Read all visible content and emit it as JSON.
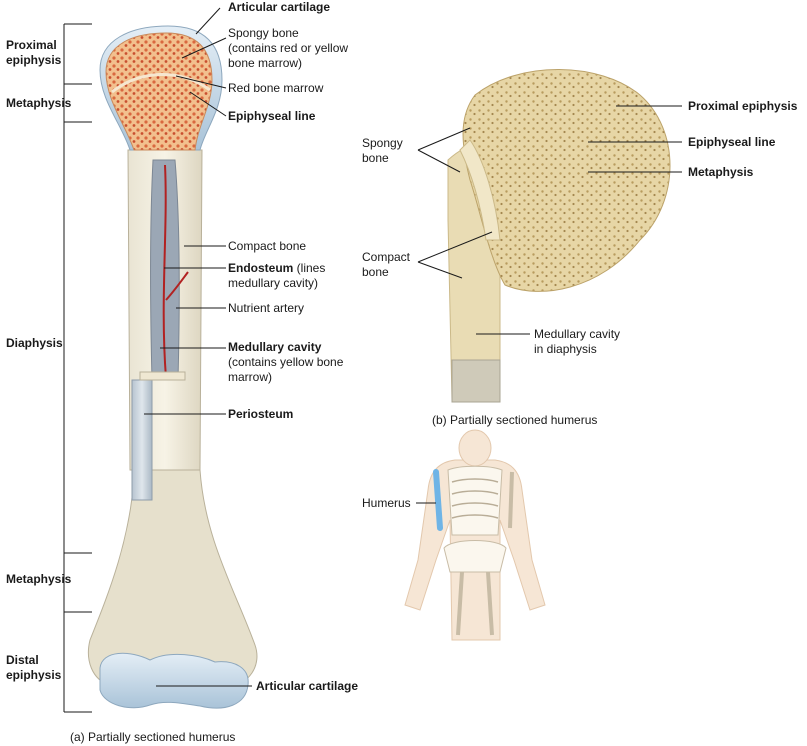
{
  "regions": {
    "proximal_epiphysis": [
      "Proximal",
      "epiphysis"
    ],
    "metaphysis_top": "Metaphysis",
    "diaphysis": "Diaphysis",
    "metaphysis_bottom": "Metaphysis",
    "distal_epiphysis": [
      "Distal",
      "epiphysis"
    ]
  },
  "panel_a": {
    "caption": "(a) Partially sectioned humerus",
    "labels": {
      "articular_cartilage_top": "Articular cartilage",
      "spongy_bone": [
        "Spongy  bone",
        "(contains red or yellow",
        "bone marrow)"
      ],
      "red_bone_marrow": "Red bone marrow",
      "epiphyseal_line": "Epiphyseal line",
      "compact_bone": "Compact bone",
      "endosteum_bold": "Endosteum",
      "endosteum_rest": " (lines",
      "endosteum_line2": "medullary cavity)",
      "nutrient_artery": "Nutrient artery",
      "medullary_cavity_bold": "Medullary cavity",
      "medullary_cavity_lines": [
        "(contains yellow bone",
        "marrow)"
      ],
      "periosteum": "Periosteum",
      "articular_cartilage_bottom": "Articular cartilage"
    }
  },
  "panel_b": {
    "caption": "(b) Partially sectioned humerus",
    "labels": {
      "spongy_bone": [
        "Spongy",
        "bone"
      ],
      "compact_bone": [
        "Compact",
        "bone"
      ],
      "medullary_cavity": [
        "Medullary cavity",
        "in diaphysis"
      ],
      "proximal_epiphysis": "Proximal epiphysis",
      "epiphyseal_line": "Epiphyseal line",
      "metaphysis": "Metaphysis"
    }
  },
  "skeleton": {
    "label": "Humerus",
    "highlight_color": "#6fb4e6"
  },
  "colors": {
    "cartilage": "#c9dcea",
    "spongy_bone": "#e8a36e",
    "red_marrow": "#c0392b",
    "compact_bone": "#efe7d2",
    "medullary_cavity": "#9aa6b4",
    "periosteum": "#c8d3dd",
    "section_b": "#e2d2a4"
  }
}
